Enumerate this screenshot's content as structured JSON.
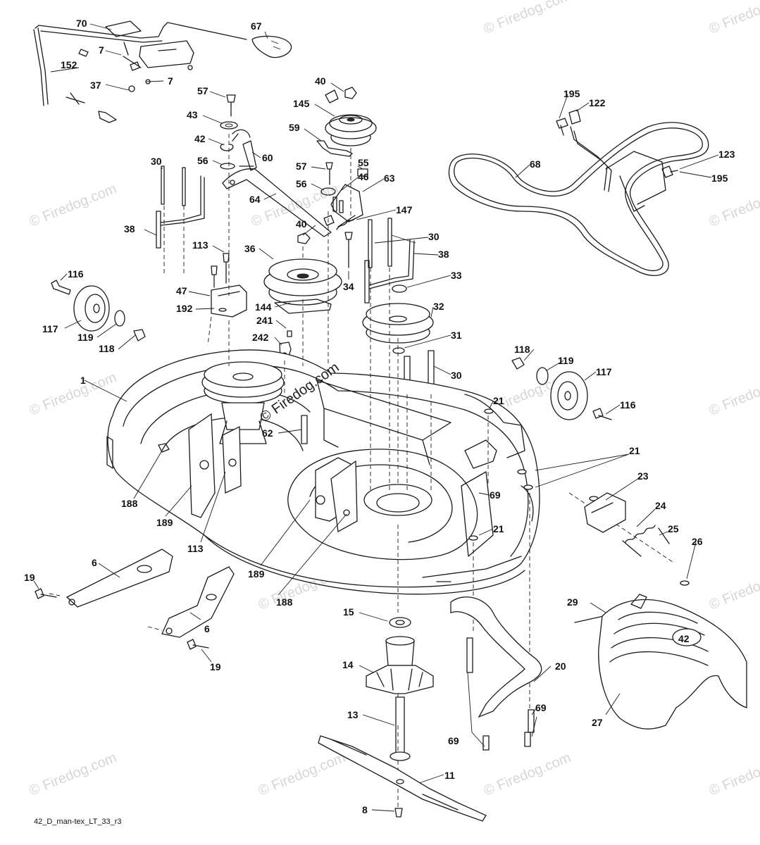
{
  "watermark_text": "© Firedog.com",
  "center_watermark_text": "© Firedog.com",
  "footer_code": "42_D_man-tex_LT_33_r3",
  "deck_badge_text": "42",
  "callouts": [
    {
      "id": "c70",
      "text": "70"
    },
    {
      "id": "c7a",
      "text": "7"
    },
    {
      "id": "c152",
      "text": "152"
    },
    {
      "id": "c37",
      "text": "37"
    },
    {
      "id": "c7b",
      "text": "7"
    },
    {
      "id": "c67",
      "text": "67"
    },
    {
      "id": "c57a",
      "text": "57"
    },
    {
      "id": "c43",
      "text": "43"
    },
    {
      "id": "c42",
      "text": "42"
    },
    {
      "id": "c60",
      "text": "60"
    },
    {
      "id": "c56a",
      "text": "56"
    },
    {
      "id": "c30a",
      "text": "30"
    },
    {
      "id": "c64",
      "text": "64"
    },
    {
      "id": "c38a",
      "text": "38"
    },
    {
      "id": "c40a",
      "text": "40"
    },
    {
      "id": "c145",
      "text": "145"
    },
    {
      "id": "c59",
      "text": "59"
    },
    {
      "id": "c57b",
      "text": "57"
    },
    {
      "id": "c55",
      "text": "55"
    },
    {
      "id": "c46",
      "text": "46"
    },
    {
      "id": "c56b",
      "text": "56"
    },
    {
      "id": "c63",
      "text": "63"
    },
    {
      "id": "c147",
      "text": "147"
    },
    {
      "id": "c40b",
      "text": "40"
    },
    {
      "id": "c30b",
      "text": "30"
    },
    {
      "id": "c38b",
      "text": "38"
    },
    {
      "id": "c36",
      "text": "36"
    },
    {
      "id": "c113a",
      "text": "113"
    },
    {
      "id": "c34",
      "text": "34"
    },
    {
      "id": "c33",
      "text": "33"
    },
    {
      "id": "c195a",
      "text": "195"
    },
    {
      "id": "c122",
      "text": "122"
    },
    {
      "id": "c68",
      "text": "68"
    },
    {
      "id": "c123",
      "text": "123"
    },
    {
      "id": "c195b",
      "text": "195"
    },
    {
      "id": "c116a",
      "text": "116"
    },
    {
      "id": "c47",
      "text": "47"
    },
    {
      "id": "c192",
      "text": "192"
    },
    {
      "id": "c144",
      "text": "144"
    },
    {
      "id": "c32",
      "text": "32"
    },
    {
      "id": "c117a",
      "text": "117"
    },
    {
      "id": "c119a",
      "text": "119"
    },
    {
      "id": "c118a",
      "text": "118"
    },
    {
      "id": "c241",
      "text": "241"
    },
    {
      "id": "c242",
      "text": "242"
    },
    {
      "id": "c31",
      "text": "31"
    },
    {
      "id": "c118b",
      "text": "118"
    },
    {
      "id": "c119b",
      "text": "119"
    },
    {
      "id": "c117b",
      "text": "117"
    },
    {
      "id": "c30c",
      "text": "30"
    },
    {
      "id": "c1",
      "text": "1"
    },
    {
      "id": "c116b",
      "text": "116"
    },
    {
      "id": "c21a",
      "text": "21"
    },
    {
      "id": "c62",
      "text": "62"
    },
    {
      "id": "c21b",
      "text": "21"
    },
    {
      "id": "c23",
      "text": "23"
    },
    {
      "id": "c69a",
      "text": "69"
    },
    {
      "id": "c24",
      "text": "24"
    },
    {
      "id": "c188a",
      "text": "188"
    },
    {
      "id": "c189a",
      "text": "189"
    },
    {
      "id": "c113b",
      "text": "113"
    },
    {
      "id": "c21c",
      "text": "21"
    },
    {
      "id": "c25",
      "text": "25"
    },
    {
      "id": "c189b",
      "text": "189"
    },
    {
      "id": "c6a",
      "text": "6"
    },
    {
      "id": "c19a",
      "text": "19"
    },
    {
      "id": "c188b",
      "text": "188"
    },
    {
      "id": "c26",
      "text": "26"
    },
    {
      "id": "c15",
      "text": "15"
    },
    {
      "id": "c29",
      "text": "29"
    },
    {
      "id": "c6b",
      "text": "6"
    },
    {
      "id": "c14",
      "text": "14"
    },
    {
      "id": "c20",
      "text": "20"
    },
    {
      "id": "c19b",
      "text": "19"
    },
    {
      "id": "c13",
      "text": "13"
    },
    {
      "id": "c69b",
      "text": "69"
    },
    {
      "id": "c69c",
      "text": "69"
    },
    {
      "id": "c27",
      "text": "27"
    },
    {
      "id": "c11",
      "text": "11"
    },
    {
      "id": "c8",
      "text": "8"
    }
  ]
}
